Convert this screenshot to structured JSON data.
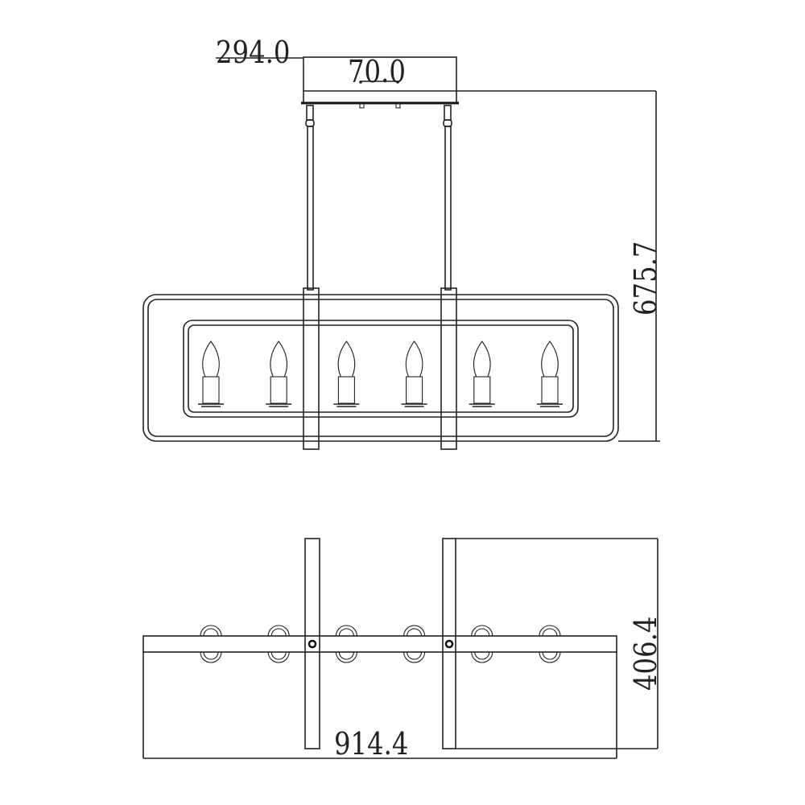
{
  "dimensions": {
    "canopy_width": "294.0",
    "canopy_height": "70.0",
    "overall_height": "675.7",
    "width": "914.4",
    "depth": "406.4"
  },
  "lights": 6
}
